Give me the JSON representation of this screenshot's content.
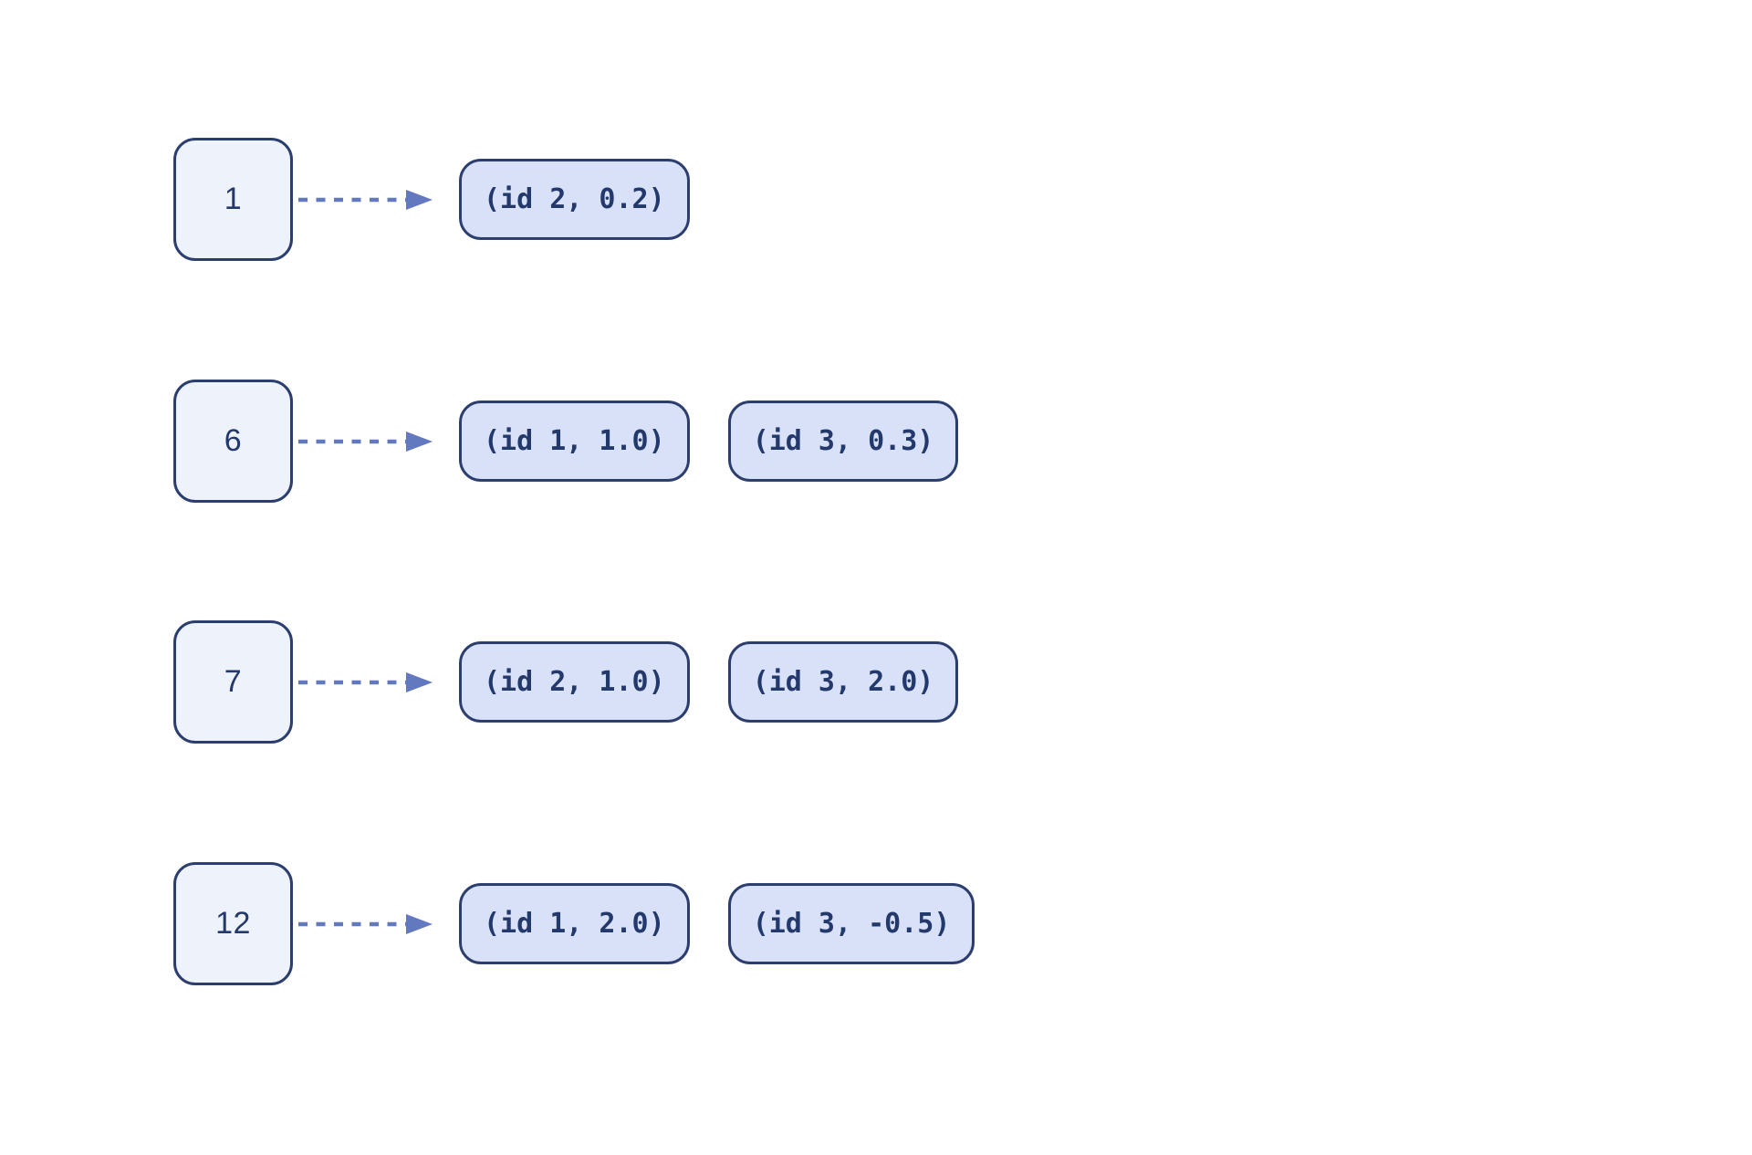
{
  "diagram": {
    "rows": [
      {
        "key": "1",
        "postings": [
          "(id 2, 0.2)"
        ]
      },
      {
        "key": "6",
        "postings": [
          "(id 1, 1.0)",
          "(id 3, 0.3)"
        ]
      },
      {
        "key": "7",
        "postings": [
          "(id 2, 1.0)",
          "(id 3, 2.0)"
        ]
      },
      {
        "key": "12",
        "postings": [
          "(id 1, 2.0)",
          "(id 3, -0.5)"
        ]
      }
    ],
    "colors": {
      "background": "#ffffff",
      "key_box_fill": "#eef2fb",
      "pill_fill": "#d8e1f8",
      "border": "#2c3e6e",
      "text": "#24396b",
      "arrow": "#6379bf"
    }
  }
}
